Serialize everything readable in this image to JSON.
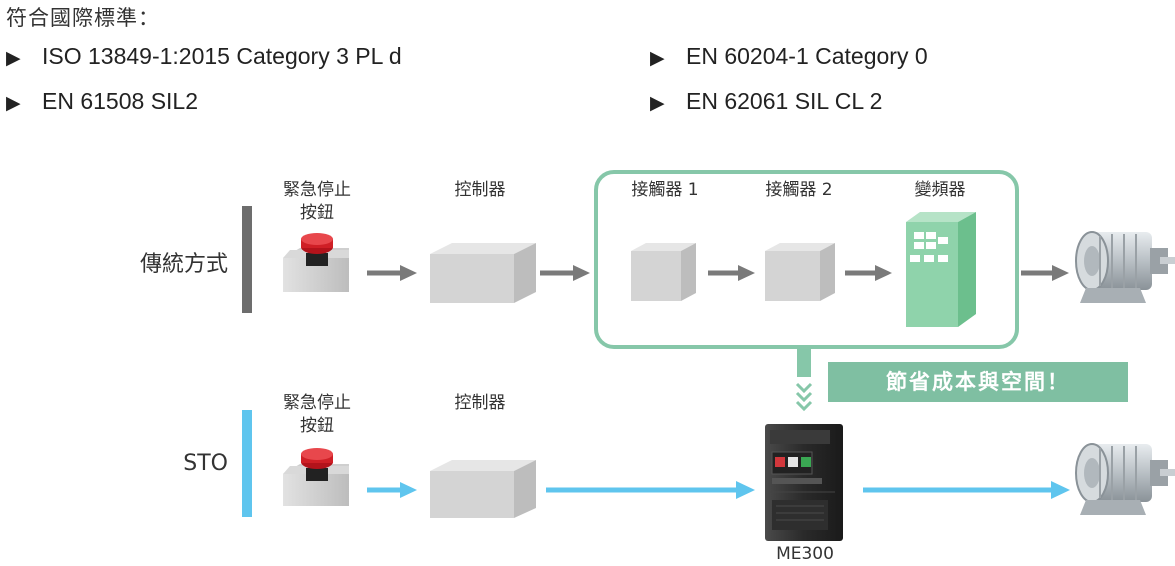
{
  "heading": "符合國際標準：",
  "standards": {
    "left": [
      "ISO 13849-1:2015 Category 3 PL d",
      "EN 61508 SIL2"
    ],
    "right": [
      "EN 60204-1 Category 0",
      "EN 62061 SIL CL 2"
    ]
  },
  "traditional": {
    "row_label": "傳統方式",
    "estop_label": "緊急停止\n按鈕",
    "controller_label": "控制器",
    "contactor1_label": "接觸器 1",
    "contactor2_label": "接觸器 2",
    "inverter_label": "變頻器"
  },
  "sto": {
    "row_label": "STO",
    "estop_label": "緊急停止\n按鈕",
    "controller_label": "控制器",
    "drive_label": "ME300"
  },
  "savings_callout": "節省成本與空間！",
  "colors": {
    "gray_bar": "#6d6d6d",
    "blue_bar": "#5fc5ee",
    "green_frame": "#86c7a9",
    "green_callout": "#7fbfa2",
    "arrow_gray": "#7a7a7a",
    "arrow_blue": "#5fc5ee",
    "inverter_green": "#8fd3ab"
  },
  "icons": [
    "triangle-bullet-icon",
    "emergency-stop-icon",
    "controller-box-icon",
    "contactor-box-icon",
    "inverter-icon",
    "motor-icon",
    "drive-icon"
  ]
}
